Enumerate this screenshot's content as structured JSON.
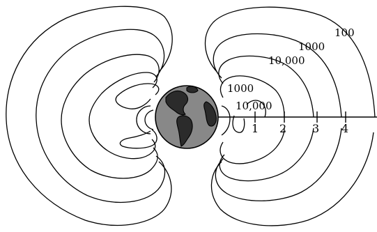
{
  "contour_labels": {
    "outer": "100",
    "outer_mid": "1000",
    "outer_inner": "10,000",
    "inner_mid": "1000",
    "inner_inner": "10,000"
  },
  "axis_ticks": [
    "1",
    "2",
    "3",
    "4"
  ],
  "colors": {
    "earth_fill": "#888888",
    "continents": "#2b2b2b",
    "lines": "#000000"
  },
  "icons": {
    "earth": "earth-globe-icon"
  }
}
